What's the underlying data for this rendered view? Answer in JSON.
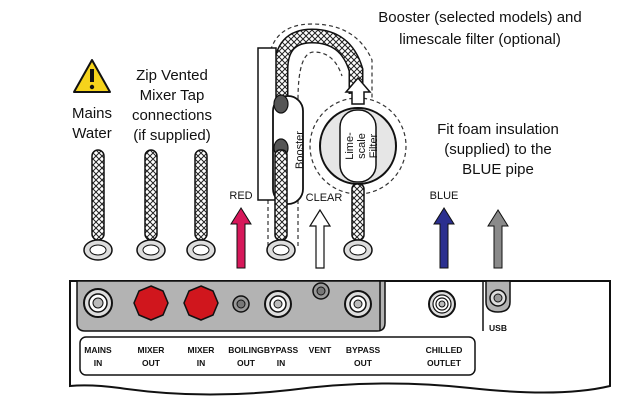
{
  "labels": {
    "booster_title_1": "Booster (selected models) and",
    "booster_title_2": "limescale filter (optional)",
    "zip_1": "Zip Vented",
    "zip_2": "Mixer Tap",
    "zip_3": "connections",
    "zip_4": "(if supplied)",
    "mains_1": "Mains",
    "mains_2": "Water",
    "foam_1": "Fit foam insulation",
    "foam_2": "(supplied) to the",
    "foam_3": "BLUE pipe",
    "booster_vertical": "Booster",
    "filter_1": "Lime-",
    "filter_2": "scale",
    "filter_3": "Filter"
  },
  "pipe_labels": {
    "red": "RED",
    "clear": "CLEAR",
    "blue": "BLUE"
  },
  "usb_label": "USB",
  "ports": [
    {
      "line1": "MAINS",
      "line2": "IN"
    },
    {
      "line1": "MIXER",
      "line2": "OUT"
    },
    {
      "line1": "MIXER",
      "line2": "IN"
    },
    {
      "line1": "BOILING",
      "line2": "OUT"
    },
    {
      "line1": "BYPASS",
      "line2": "IN"
    },
    {
      "line1": "VENT",
      "line2": ""
    },
    {
      "line1": "BYPASS",
      "line2": "OUT"
    },
    {
      "line1": "CHILLED",
      "line2": "OUTLET"
    }
  ],
  "colors": {
    "red_arrow": "#d6185a",
    "blue_arrow": "#2b2f8f",
    "grey_arrow": "#8a8a8a",
    "red_cap": "#d0161d",
    "panel": "#b3b3b3",
    "warning_yellow": "#f5d31c"
  },
  "icons": {
    "warning": "warning-triangle-icon"
  }
}
